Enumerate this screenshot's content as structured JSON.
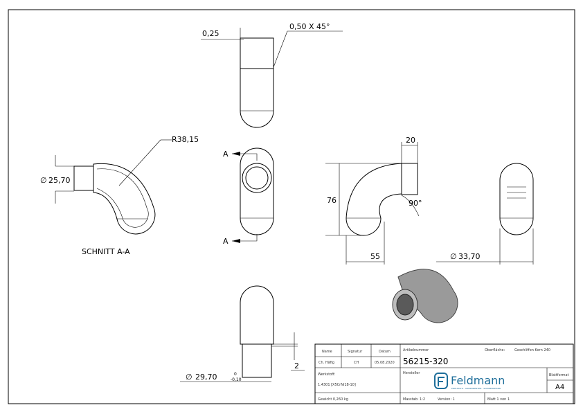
{
  "dimensions": {
    "chamfer_offset": "0,25",
    "chamfer": "0,50 X 45°",
    "diameter_inner": "25,70",
    "radius": "R38,15",
    "section_label": "SCHNITT A-A",
    "section_marker": "A",
    "length_20": "20",
    "height_76": "76",
    "angle": "90°",
    "length_55": "55",
    "diameter_outer": "33,70",
    "diameter_spigot": "29,70",
    "tol_upper": "0",
    "tol_lower": "-0,10",
    "length_2": "2",
    "diameter_symbol": "∅"
  },
  "title_block": {
    "name_label": "Name",
    "signatur_label": "Signatur",
    "datum_label": "Datum",
    "name": "Ch. Häfig",
    "signatur": "CH",
    "datum": "05.08.2020",
    "artikel_label": "Artikelnummer",
    "artikel": "56215-320",
    "oberflaeche_label": "Oberfläche:",
    "oberflaeche": "Geschliffen Korn 240",
    "werkstoff_label": "Werkstoff:",
    "werkstoff": "1.4301 [X5CrNi18-10]",
    "hersteller_label": "Hersteller",
    "logo_text": "Feldmann",
    "logo_tagline": "EDELSTAHL · KOMPONENTEN · SCHMIEDEEISEN",
    "blattformat_label": "Blattformat",
    "blattformat": "A4",
    "gewicht": "Gewicht 0,260 kg",
    "massstab": "Masstab: 1:2",
    "version": "Version: 1",
    "blatt": "Blatt 1 von 1"
  },
  "colors": {
    "logo": "#1e6e9a"
  }
}
